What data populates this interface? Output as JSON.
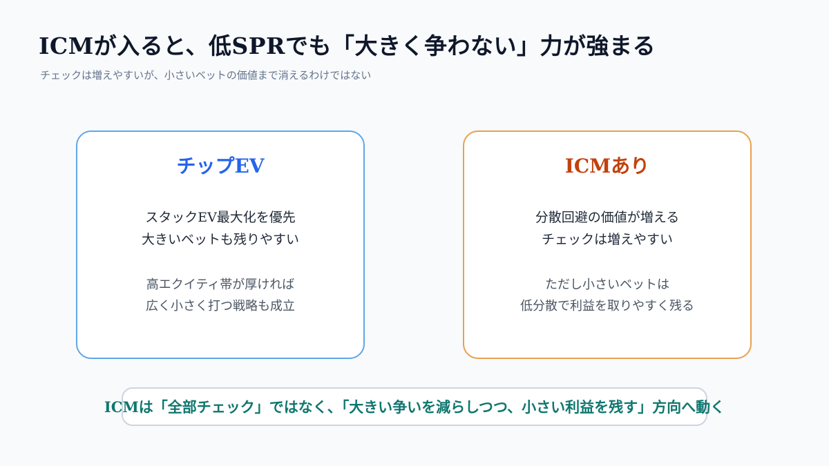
{
  "header": {
    "title": "ICMが入ると、低SPRでも「大きく争わない」力が強まる",
    "subtitle": "チェックは増えやすいが、小さいベットの価値まで消えるわけではない"
  },
  "cards": [
    {
      "title": "チップEV",
      "main_lines": [
        "スタックEV最大化を優先",
        "大きいベットも残りやすい"
      ],
      "sub_lines": [
        "高エクイティ帯が厚ければ",
        "広く小さく打つ戦略も成立"
      ]
    },
    {
      "title": "ICMあり",
      "main_lines": [
        "分散回避の価値が増える",
        "チェックは増えやすい"
      ],
      "sub_lines": [
        "ただし小さいベットは",
        "低分散で利益を取りやすく残る"
      ]
    }
  ],
  "summary": {
    "text": "ICMは「全部チェック」ではなく、「大きい争いを減らしつつ、小さい利益を残す」方向へ動く"
  },
  "colors": {
    "chip_ev_accent": "#2563eb",
    "icm_accent": "#c2410c",
    "summary_accent": "#0f766e"
  }
}
